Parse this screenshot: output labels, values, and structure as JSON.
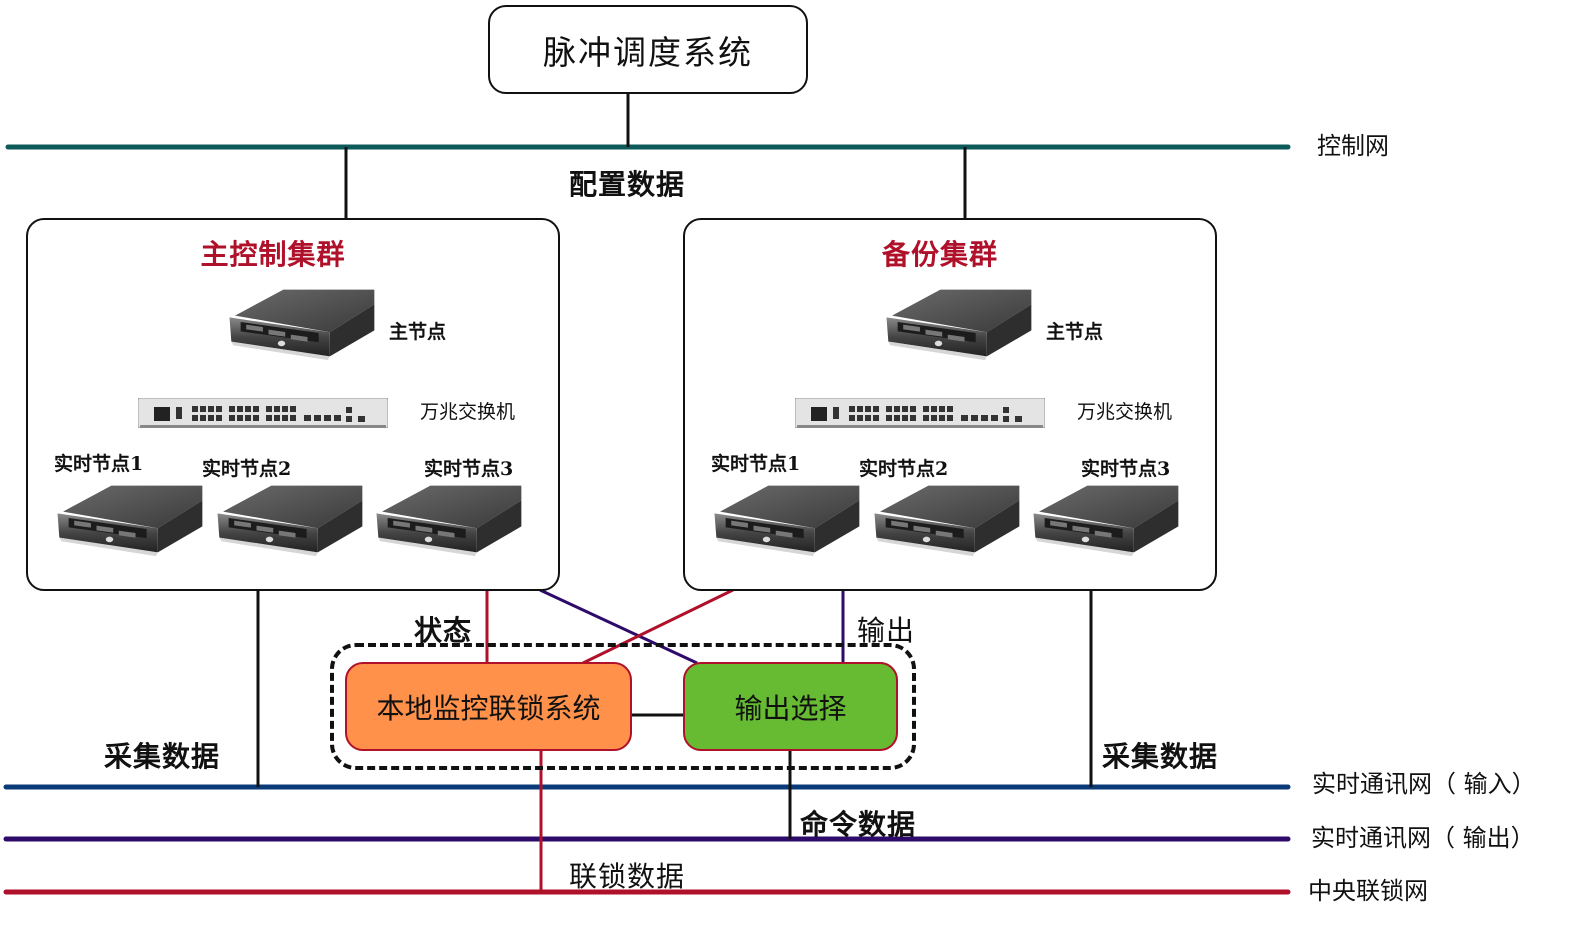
{
  "title": "脉冲调度系统",
  "networks": {
    "control": {
      "label": "控制网",
      "color": "#0e5a5a"
    },
    "realtime_in": {
      "label": "实时通讯网（ 输入）",
      "color": "#0b3a78"
    },
    "realtime_out": {
      "label": "实时通讯网（ 输出）",
      "color": "#2e0a6a"
    },
    "interlock": {
      "label": "中央联锁网",
      "color": "#b0112a"
    }
  },
  "flows": {
    "config": "配置数据",
    "collect_left": "采集数据",
    "collect_right": "采集数据",
    "status": "状态",
    "output": "输出",
    "command": "命令数据",
    "interlock": "联锁数据"
  },
  "clusters": [
    {
      "title": "主控制集群",
      "master": "主节点",
      "switch": "万兆交换机",
      "nodes": [
        "实时节点1",
        "实时节点2",
        "实时节点3"
      ]
    },
    {
      "title": "备份集群",
      "master": "主节点",
      "switch": "万兆交换机",
      "nodes": [
        "实时节点1",
        "实时节点2",
        "实时节点3"
      ]
    }
  ],
  "systems": {
    "local_monitor": {
      "label": "本地监控联锁系统",
      "color": "#ff914a"
    },
    "output_select": {
      "label": "输出选择",
      "color": "#66bb33"
    }
  },
  "colors": {
    "cluster_title": "#b0112a",
    "link_red": "#e8101a",
    "link_crimson": "#b0112a",
    "link_purple": "#2e0a6a"
  }
}
